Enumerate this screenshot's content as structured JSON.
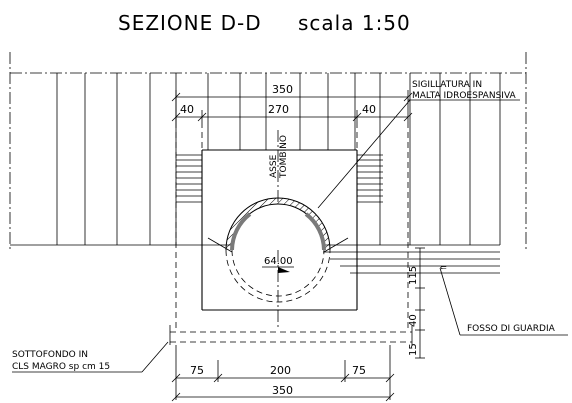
{
  "title": "SEZIONE D-D",
  "scale": "scala 1:50",
  "labels": {
    "sealing_line1": "SIGILLATURA IN",
    "sealing_line2": "MALTA IDROESPANSIVA",
    "axis_line1": "ASSE",
    "axis_line2": "TOMBINO",
    "elevation": "64.00",
    "ditch": "FOSSO DI GUARDIA",
    "base_line1": "SOTTOFONDO IN",
    "base_line2": "CLS MAGRO sp cm 15"
  },
  "dimensions": {
    "top_total": "350",
    "top_left": "40",
    "top_mid": "270",
    "top_right": "40",
    "bottom_left": "75",
    "bottom_mid": "200",
    "bottom_right": "75",
    "bottom_total": "350",
    "right_upper": "115",
    "right_mid": "40",
    "right_low": "15"
  }
}
